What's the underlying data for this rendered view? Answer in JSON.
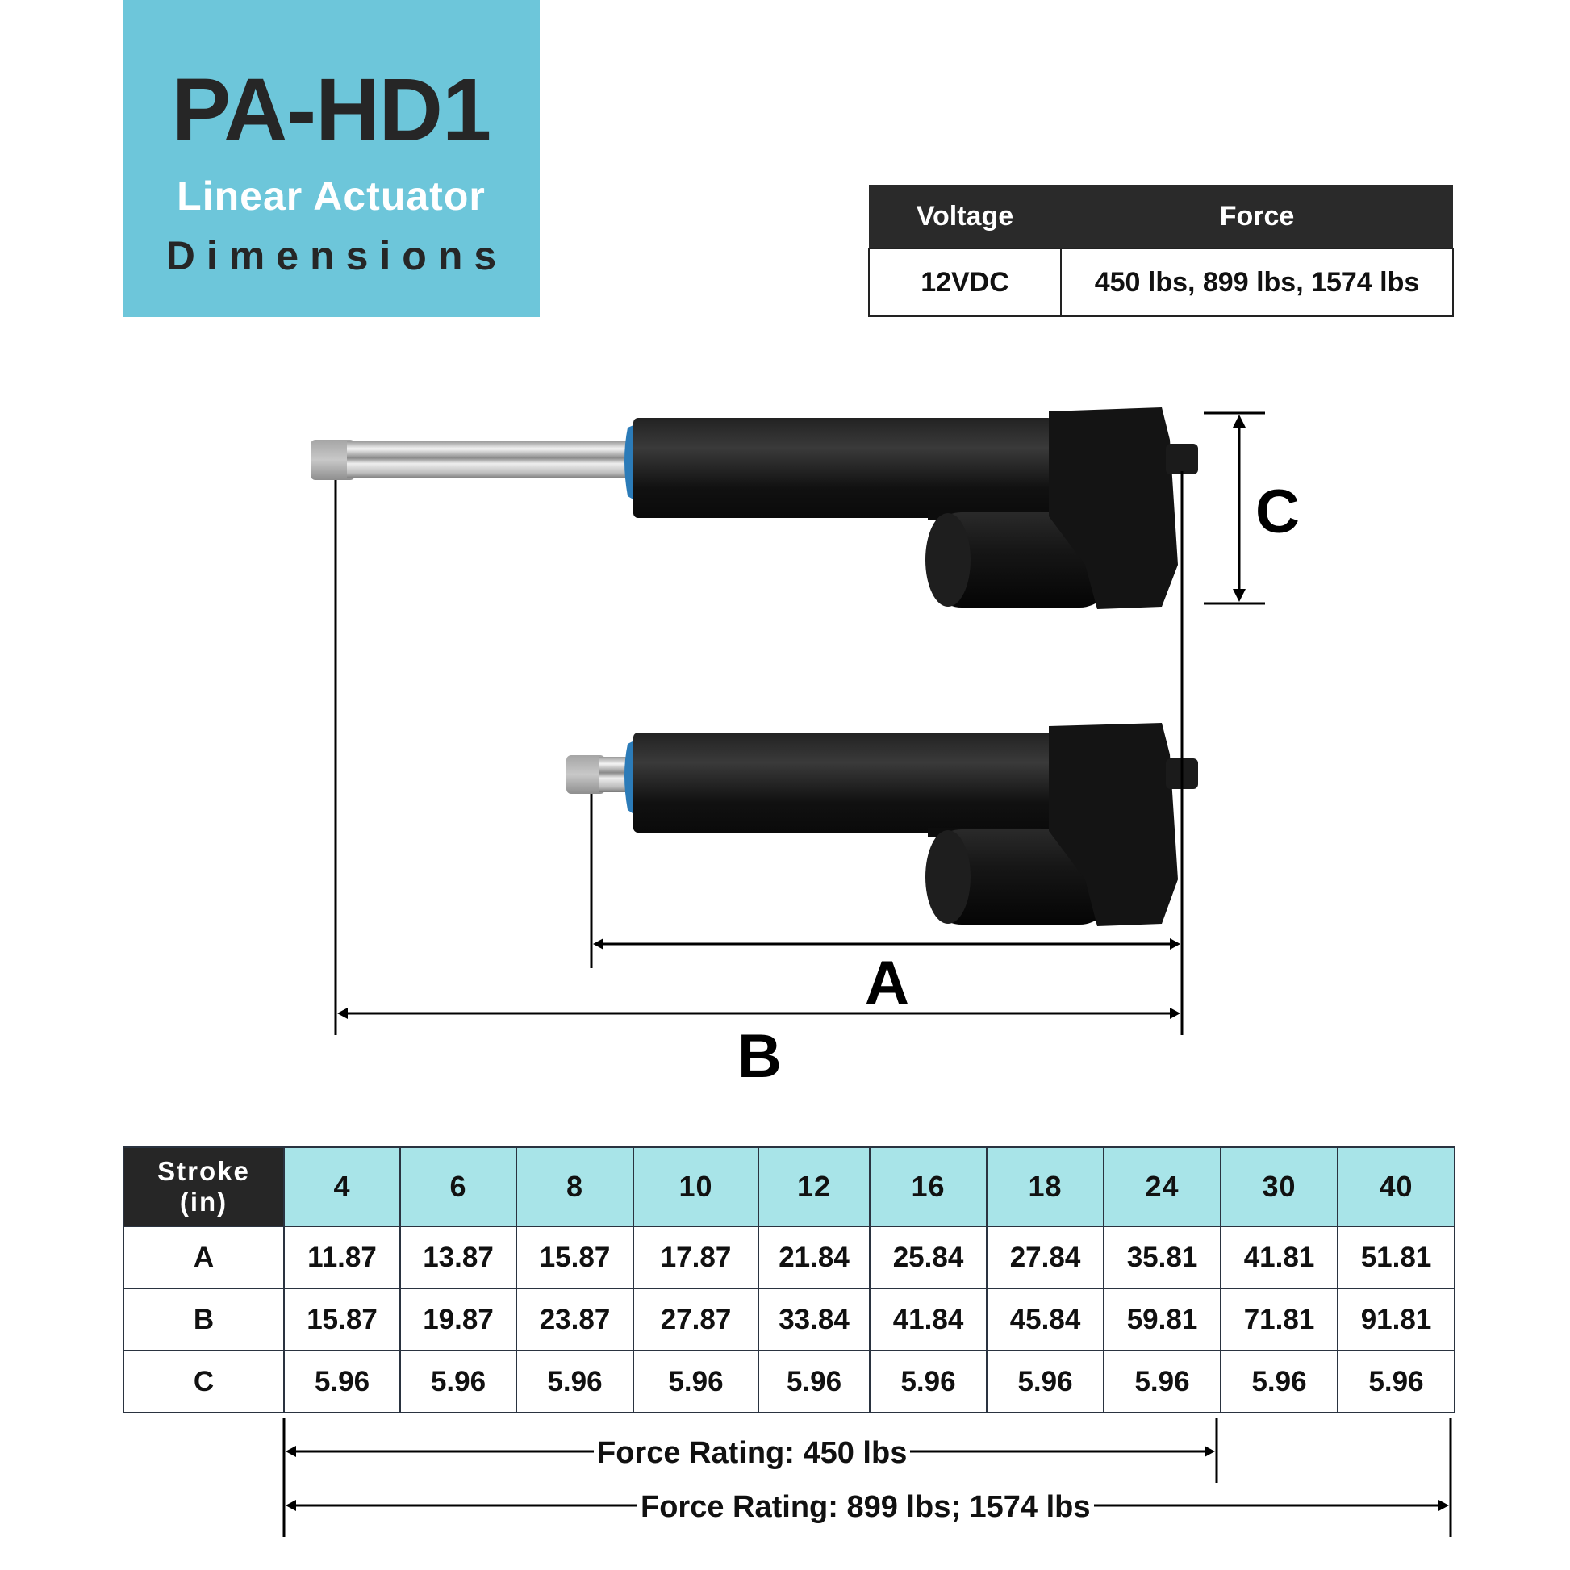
{
  "header": {
    "model": "PA-HD1",
    "subtitle": "Linear Actuator",
    "subtitle2": "Dimensions",
    "bg_color": "#6dc6da"
  },
  "spec_table": {
    "headers": [
      "Voltage",
      "Force"
    ],
    "rows": [
      [
        "12VDC",
        "450 lbs, 899 lbs, 1574 lbs"
      ]
    ]
  },
  "diagram": {
    "labels": {
      "a": "A",
      "b": "B",
      "c": "C"
    },
    "images": [
      {
        "name": "actuator-extended",
        "description": "Actuator fully extended"
      },
      {
        "name": "actuator-retracted",
        "description": "Actuator fully retracted"
      }
    ]
  },
  "dimensions_table": {
    "header_label": [
      "Stroke",
      "(in)"
    ],
    "strokes": [
      "4",
      "6",
      "8",
      "10",
      "12",
      "16",
      "18",
      "24",
      "30",
      "40"
    ],
    "rows": [
      {
        "label": "A",
        "values": [
          "11.87",
          "13.87",
          "15.87",
          "17.87",
          "21.84",
          "25.84",
          "27.84",
          "35.81",
          "41.81",
          "51.81"
        ]
      },
      {
        "label": "B",
        "values": [
          "15.87",
          "19.87",
          "23.87",
          "27.87",
          "33.84",
          "41.84",
          "45.84",
          "59.81",
          "71.81",
          "91.81"
        ]
      },
      {
        "label": "C",
        "values": [
          "5.96",
          "5.96",
          "5.96",
          "5.96",
          "5.96",
          "5.96",
          "5.96",
          "5.96",
          "5.96",
          "5.96"
        ]
      }
    ],
    "header_color": "#a8e4e8",
    "stroke_header_color": "#262626"
  },
  "force_ratings": [
    {
      "label": "Force Rating: 450 lbs",
      "strokes": "4-24"
    },
    {
      "label": "Force Rating: 899 lbs; 1574 lbs",
      "strokes": "4-40"
    }
  ]
}
